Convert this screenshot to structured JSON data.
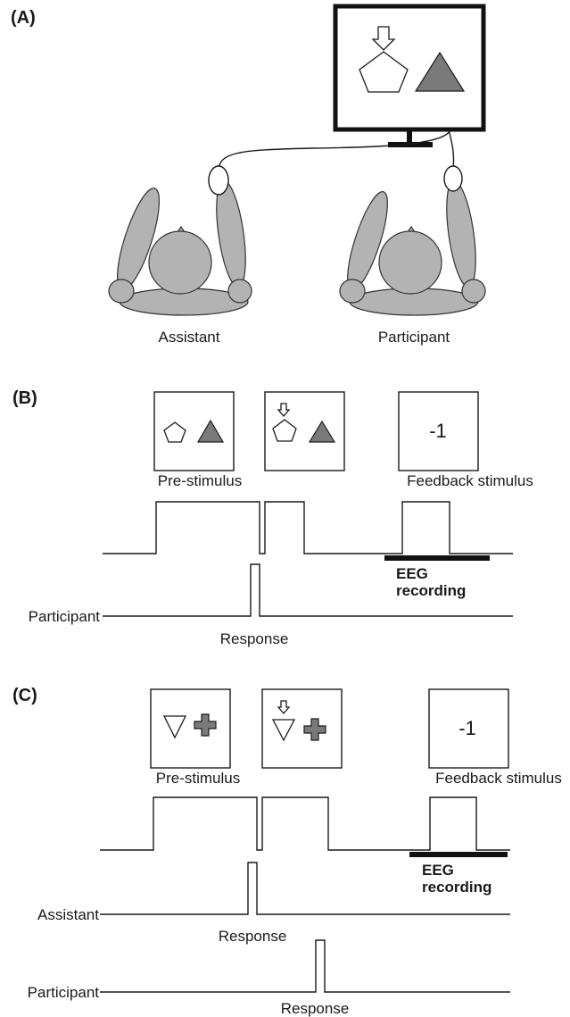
{
  "panels": {
    "a": {
      "label": "(A)",
      "people": {
        "assistant": "Assistant",
        "participant": "Participant"
      }
    },
    "b": {
      "label": "(B)",
      "pre_stimulus": "Pre-stimulus",
      "feedback_value": "-1",
      "feedback_label": "Feedback stimulus",
      "eeg_line1": "EEG",
      "eeg_line2": "recording",
      "row_participant": "Participant",
      "response": "Response"
    },
    "c": {
      "label": "(C)",
      "pre_stimulus": "Pre-stimulus",
      "feedback_value": "-1",
      "feedback_label": "Feedback stimulus",
      "eeg_line1": "EEG",
      "eeg_line2": "recording",
      "row_assistant": "Assistant",
      "response_assistant": "Response",
      "row_participant": "Participant",
      "response_participant": "Response"
    }
  },
  "icons": [
    "arrow-down-icon",
    "pentagon-icon",
    "triangle-icon",
    "inverted-triangle-icon",
    "cross-icon"
  ],
  "colors": {
    "shape_gray": "#7a7a7a",
    "body_gray": "#b3b3b3",
    "line": "#1a1a1a"
  }
}
